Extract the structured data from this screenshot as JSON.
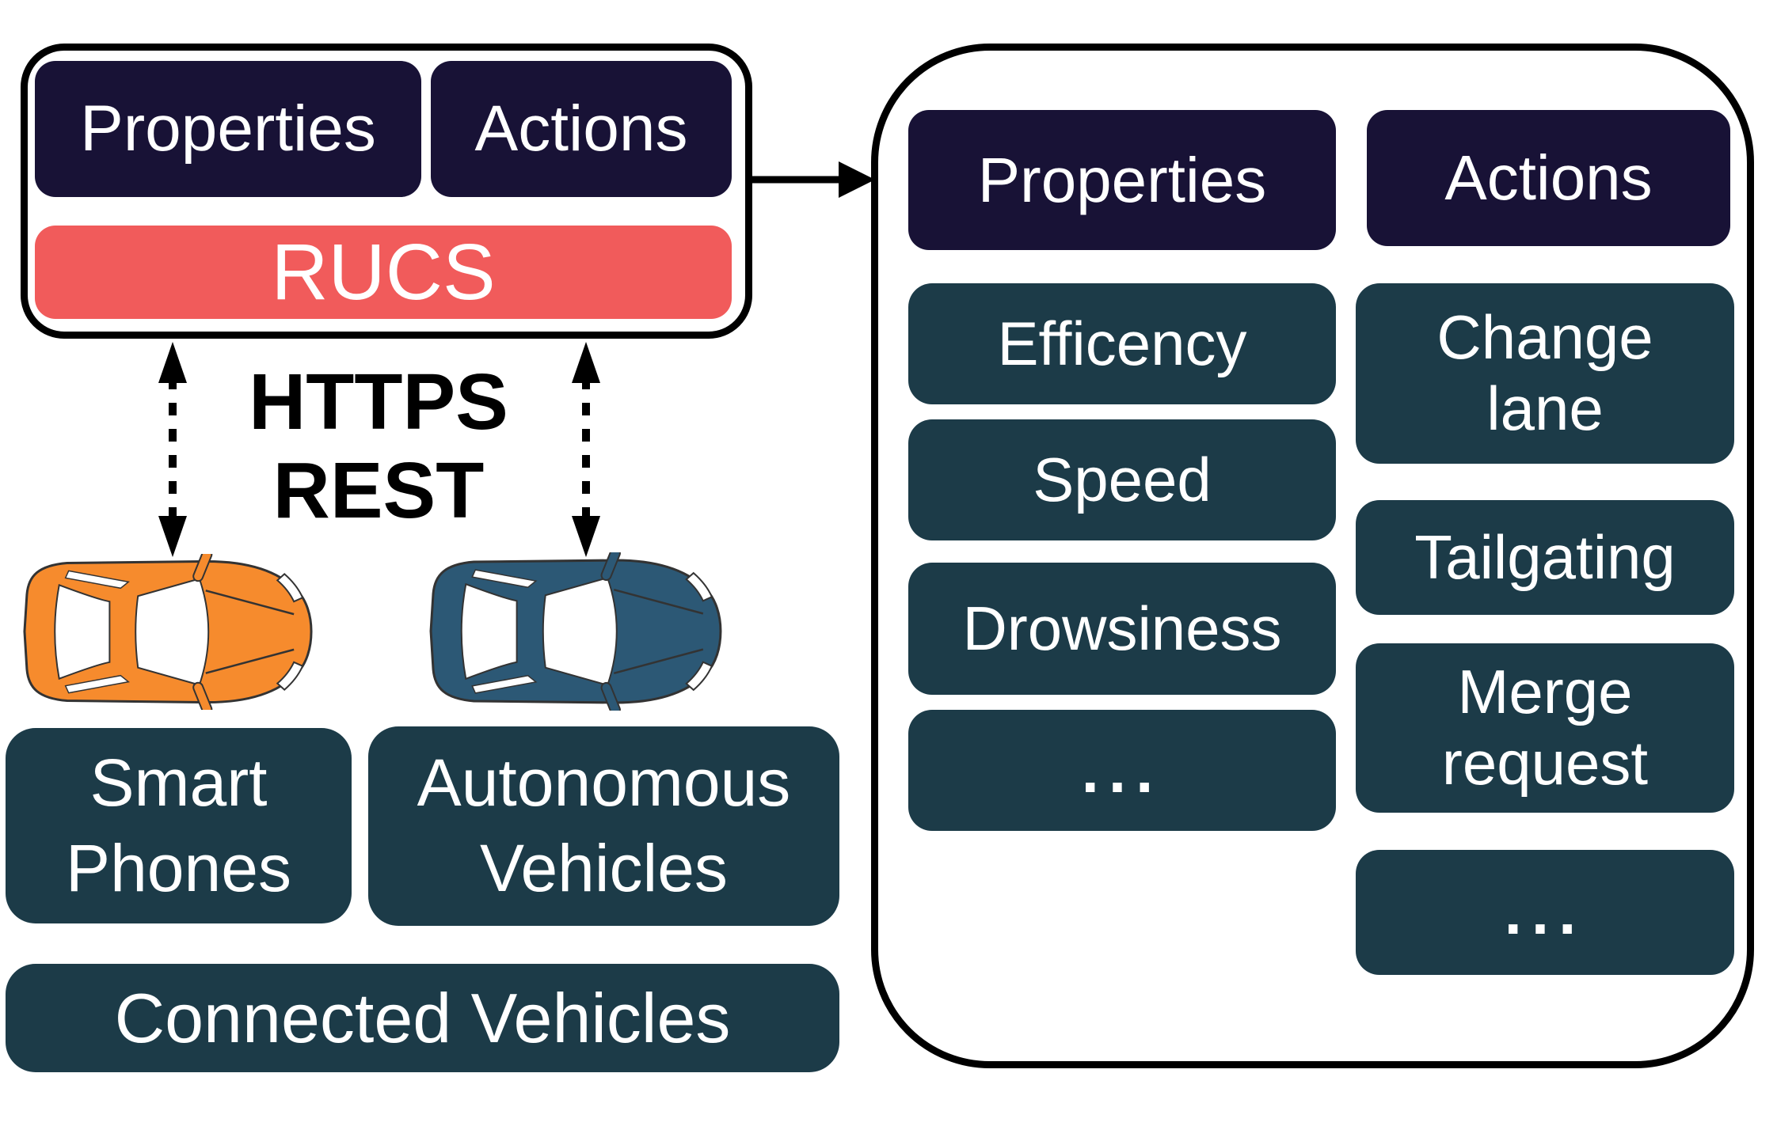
{
  "rucs_node": {
    "properties_label": "Properties",
    "actions_label": "Actions",
    "title": "RUCS"
  },
  "link": {
    "protocol_line1": "HTTPS",
    "protocol_line2": "REST"
  },
  "clients": {
    "smart_phones_label": "Smart\nPhones",
    "autonomous_vehicles_label": "Autonomous\nVehicles",
    "connected_vehicles_label": "Connected Vehicles"
  },
  "detail_panel": {
    "properties_header": "Properties",
    "actions_header": "Actions",
    "properties_items": [
      "Efficency",
      "Speed",
      "Drowsiness",
      "..."
    ],
    "actions_items": [
      "Change\nlane",
      "Tailgating",
      "Merge\nrequest",
      "..."
    ]
  },
  "icons": {
    "orange_car": "car-top-view",
    "blue_car": "car-top-view",
    "arrow_right": "solid-right-arrow",
    "dashed_arrows": "double-headed-dashed-arrow"
  },
  "colors": {
    "navy": "#181236",
    "red": "#F15B5B",
    "teal": "#1C3B48",
    "car-orange": "#F68B2D",
    "car-blue": "#2C5875",
    "line": "#000000"
  }
}
